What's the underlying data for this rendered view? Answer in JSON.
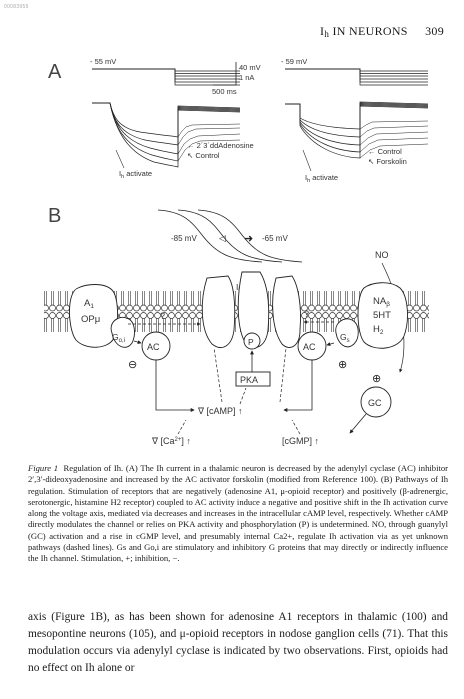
{
  "stamp": "00083955",
  "header": {
    "title": "I",
    "title_sub": "h",
    "title_rest": " IN NEURONS",
    "page": "309"
  },
  "panel_a": {
    "label": "A",
    "left_voltage": "- 55 mV",
    "right_voltage": "- 59 mV",
    "scale_mv": "40 mV",
    "scale_na": "1 nA",
    "scale_ms": "500 ms",
    "left_curve_1": "2´3´ddAdenosine",
    "left_curve_2": "Control",
    "right_curve_1": "Control",
    "right_curve_2": "Forskolin",
    "ih_main": "I",
    "ih_sub": "h",
    "ih_rest": " activate"
  },
  "panel_b": {
    "label": "B",
    "v_left": "-85 mV",
    "v_right": "-65 mV",
    "no": "NO",
    "ih": "I",
    "ih_sub": "h",
    "a1": "A",
    "a1_sub": "1",
    "op": "OPμ",
    "go": "G",
    "go_sub": "o,i",
    "ac": "AC",
    "q": "?",
    "p": "P",
    "pka": "PKA",
    "camp": "∇ [cAMP] ↑",
    "gs": "G",
    "gs_sub": "s",
    "na": "NA",
    "na_sub": "β",
    "ht": "5HT",
    "h2": "H",
    "h2_sub": "2",
    "gc": "GC",
    "minus": "⊖",
    "plus": "⊕",
    "ca": "∇ [Ca",
    "ca_sup": "2+",
    "ca_end": "] ↑",
    "cgmp": "[cGMP] ↑"
  },
  "caption": {
    "label": "Figure 1",
    "text": "Regulation of Ih. (A) The Ih current in a thalamic neuron is decreased by the adenylyl cyclase (AC) inhibitor 2′,3′-dideoxyadenosine and increased by the AC activator forskolin (modified from Reference 100). (B) Pathways of Ih regulation. Stimulation of receptors that are negatively (adenosine A1, μ-opioid receptor) and positively (β-adrenergic, serotonergic, histamine H2 receptor) coupled to AC activity induce a negative and positive shift in the Ih activation curve along the voltage axis, mediated via decreases and increases in the intracellular cAMP level, respectively. Whether cAMP directly modulates the channel or relies on PKA activity and phosphorylation (P) is undetermined. NO, through guanylyl (GC) activation and a rise in cGMP level, and presumably internal Ca2+, regulate Ih activation via as yet unknown pathways (dashed lines). Gs and Go,i are stimulatory and inhibitory G proteins that may directly or indirectly influence the Ih channel. Stimulation, +; inhibition, −."
  },
  "body": {
    "text": "axis (Figure 1B), as has been shown for adenosine A1 receptors in thalamic (100) and mesopontine neurons (105), and μ-opioid receptors in nodose ganglion cells (71). That this modulation occurs via adenylyl cyclase is indicated by two observations. First, opioids had no effect on Ih alone or"
  }
}
